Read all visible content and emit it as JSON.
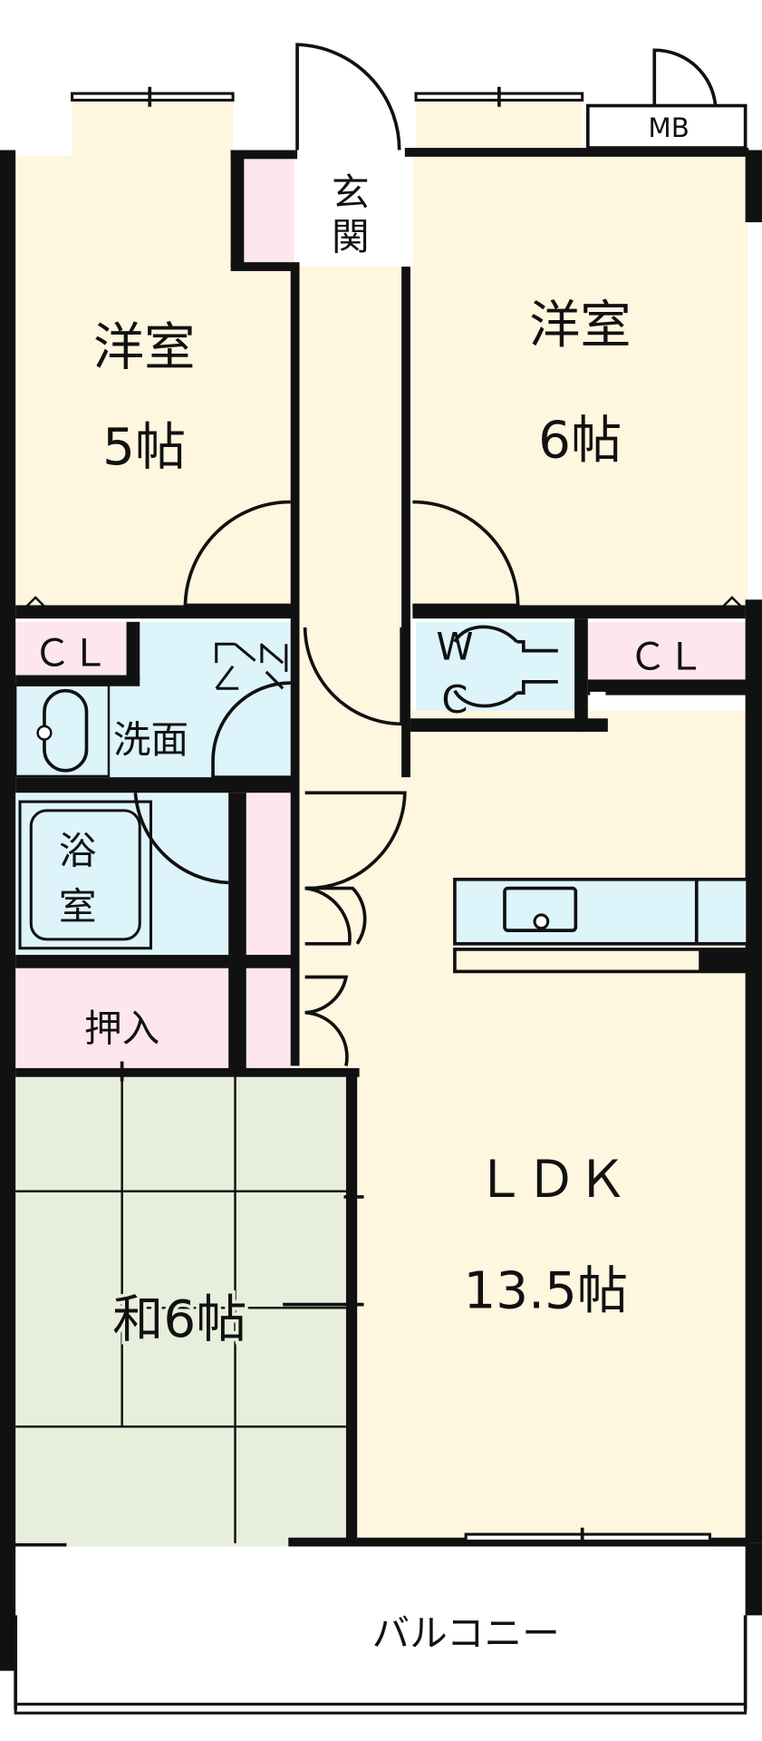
{
  "rooms": {
    "western_left": {
      "name": "洋室",
      "size": "5帖"
    },
    "western_right": {
      "name": "洋室",
      "size": "6帖"
    },
    "entrance": {
      "line1": "玄",
      "line2": "関"
    },
    "mb": "MB",
    "closet_left": "ＣＬ",
    "closet_right": "ＣＬ",
    "washroom": "洗面",
    "wc": {
      "line1": "W",
      "line2": "C"
    },
    "bath": {
      "line1": "浴",
      "line2": "室"
    },
    "oshiire": "押入",
    "japanese": "和6帖",
    "ldk": {
      "name": "ＬＤＫ",
      "size": "13.5帖"
    },
    "balcony": "バルコニー"
  },
  "colors": {
    "room": "#FFF6DF",
    "closet": "#FDE6EC",
    "water": "#DDF4FB",
    "tatami": "#E7EEDB",
    "wall": "#111111"
  }
}
